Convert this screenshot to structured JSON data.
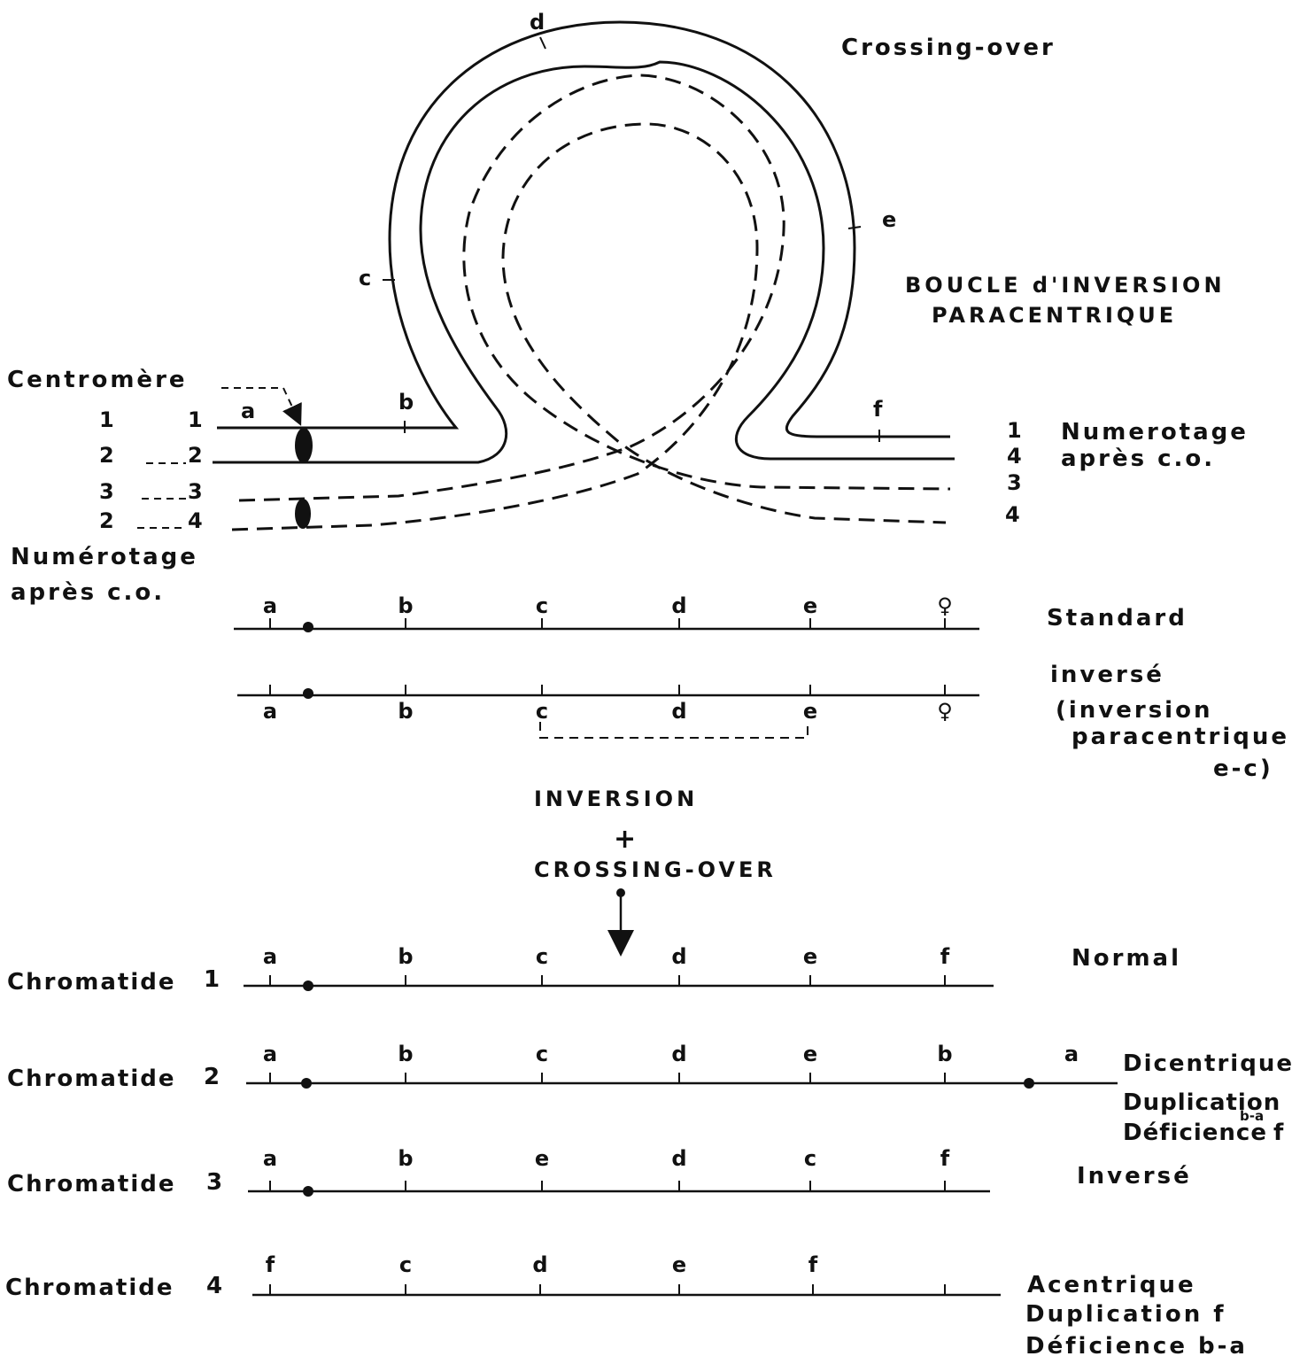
{
  "loop": {
    "title_top": "Crossing-over",
    "boucle_line1": "BOUCLE d'INVERSION",
    "boucle_line2": "PARACENTRIQUE",
    "centromere_label": "Centromère",
    "loop_genes": [
      "d",
      "c",
      "e",
      "a",
      "b",
      "f"
    ],
    "left_numbers_before": [
      "1",
      "2",
      "3",
      "2"
    ],
    "left_numbers_after": [
      "1",
      "2",
      "3",
      "4"
    ],
    "right_numbers": [
      "1",
      "4",
      "3",
      "4"
    ],
    "right_label_1": "Numerotage",
    "right_label_2": "après c.o.",
    "left_label_1": "Numérotage",
    "left_label_2": "après c.o."
  },
  "standard": {
    "genes": [
      "a",
      "b",
      "c",
      "d",
      "e",
      "♀"
    ],
    "label": "Standard"
  },
  "inverse": {
    "genes": [
      "a",
      "b",
      "c",
      "d",
      "e",
      "♀"
    ],
    "label_1": "inversé",
    "label_2": "(inversion",
    "label_3": "paracentrique",
    "label_4": "e-c)"
  },
  "middle": {
    "line1": "INVERSION",
    "plus": "+",
    "line2": "CROSSING-OVER"
  },
  "chromatids": [
    {
      "label": "Chromatide",
      "num": "1",
      "genes": [
        "a",
        "b",
        "c",
        "d",
        "e",
        "f"
      ],
      "result": [
        "Normal"
      ]
    },
    {
      "label": "Chromatide",
      "num": "2",
      "genes": [
        "a",
        "b",
        "c",
        "d",
        "e",
        "b",
        "a"
      ],
      "result": [
        "Dicentrique",
        "Duplication",
        "Déficience",
        "b-a",
        "f"
      ]
    },
    {
      "label": "Chromatide",
      "num": "3",
      "genes": [
        "a",
        "b",
        "e",
        "d",
        "c",
        "f"
      ],
      "result": [
        "Inversé"
      ]
    },
    {
      "label": "Chromatide",
      "num": "4",
      "genes": [
        "f",
        "c",
        "d",
        "e",
        "f"
      ],
      "result": [
        "Acentrique",
        "Duplication f",
        "Déficience b-a"
      ]
    }
  ]
}
